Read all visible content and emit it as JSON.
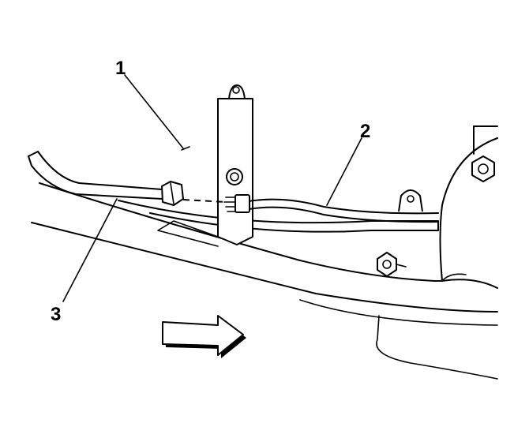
{
  "diagram": {
    "callouts": [
      {
        "id": "1",
        "label": "1"
      },
      {
        "id": "2",
        "label": "2"
      },
      {
        "id": "3",
        "label": "3"
      }
    ],
    "direction_arrow": {
      "points": "front",
      "icon": "hollow-arrow-right-icon"
    },
    "colors": {
      "line": "#000000",
      "background": "#ffffff"
    }
  }
}
